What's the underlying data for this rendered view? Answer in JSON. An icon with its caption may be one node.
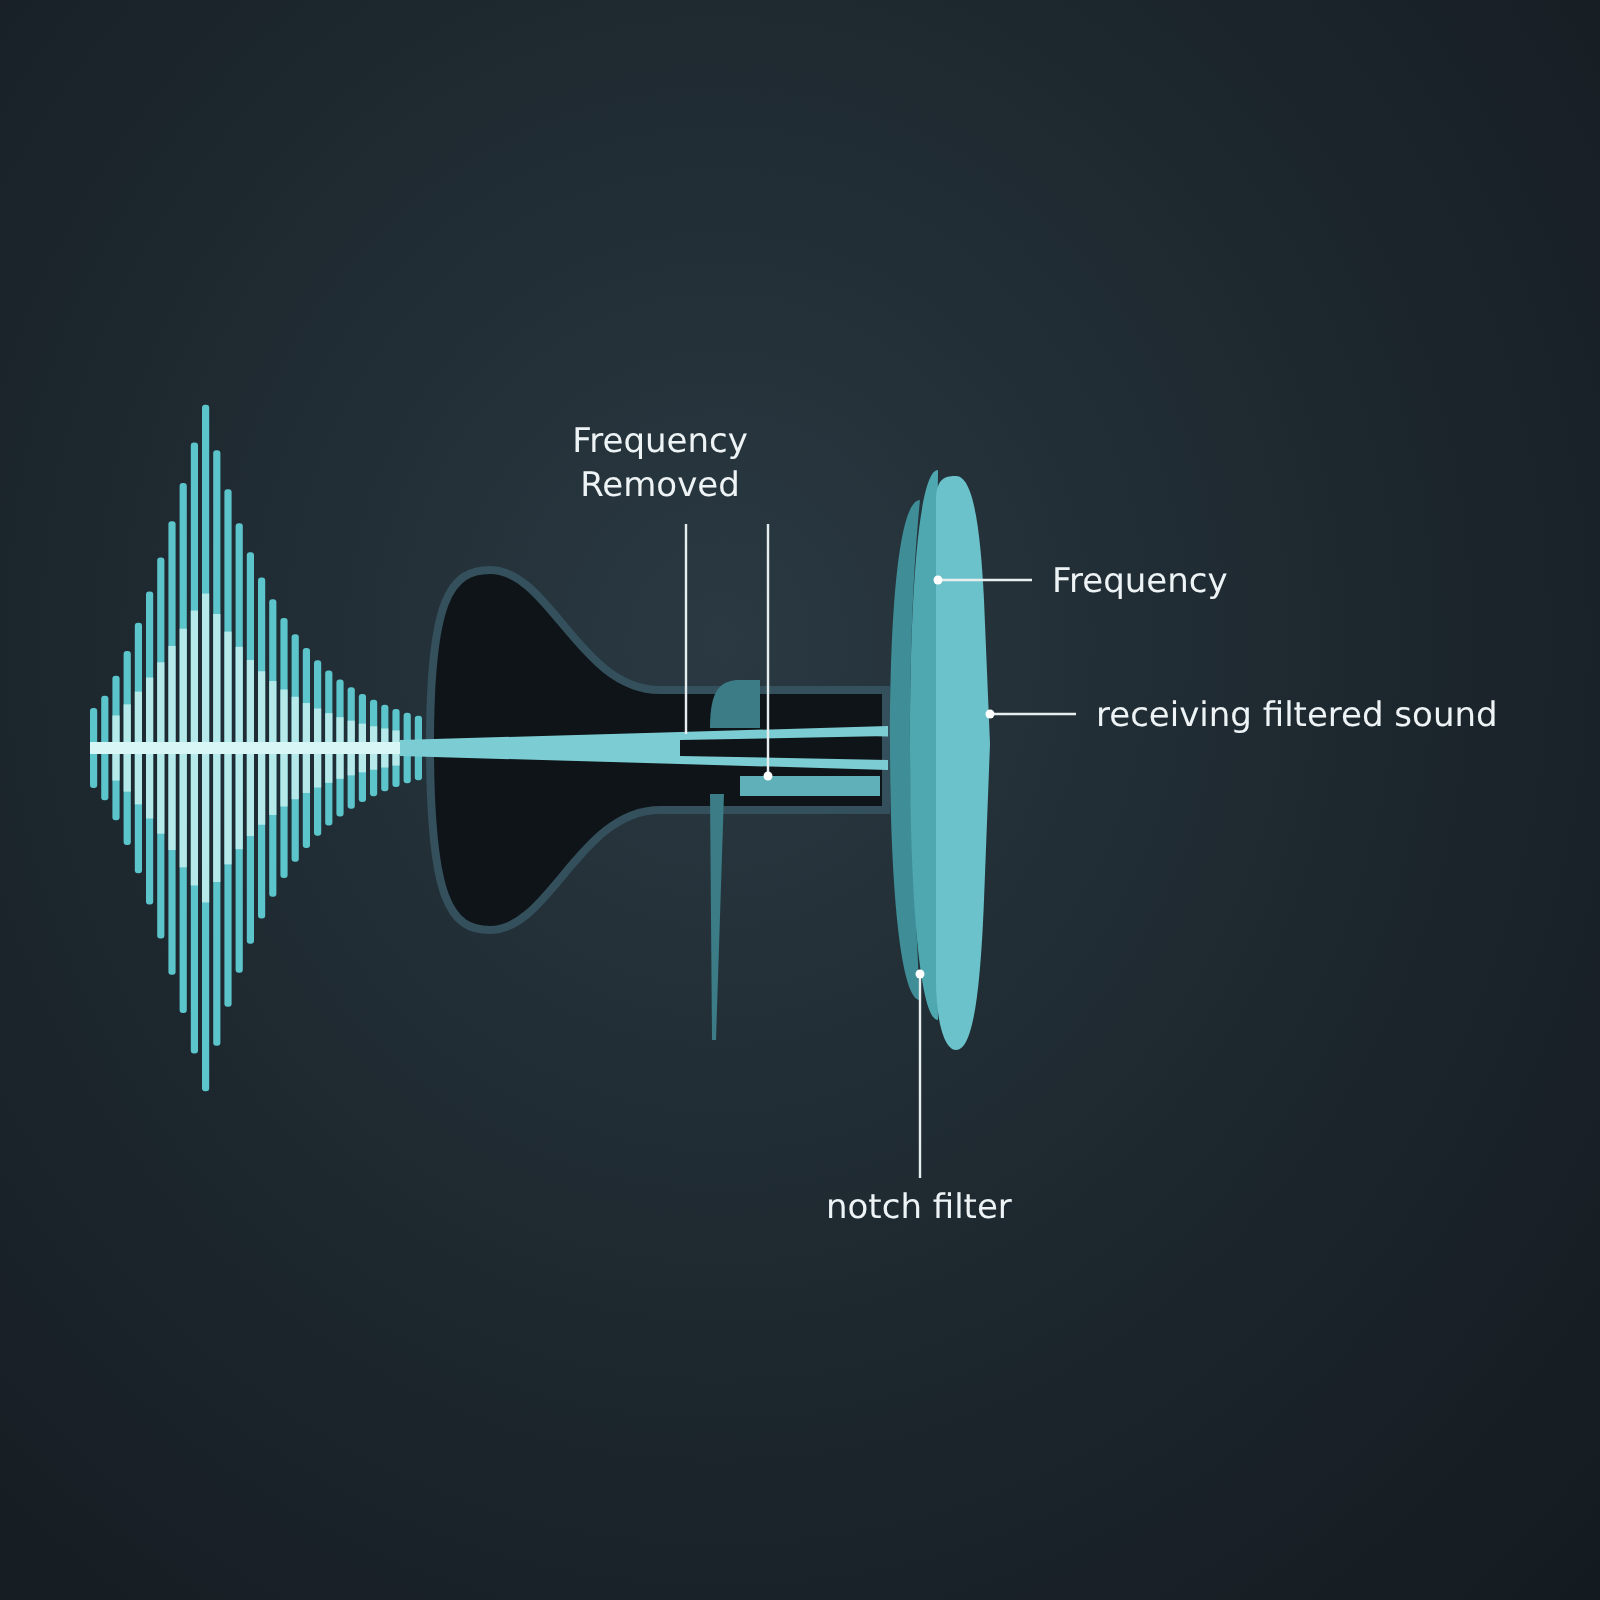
{
  "diagram": {
    "nodes": [
      {
        "text": [
          "Frequency Removed"
        ]
      },
      {
        "text": [
          "Frequency"
        ]
      },
      {
        "text": [
          "receiving filtered sound"
        ]
      },
      {
        "text": [
          "notch filter"
        ]
      },
      {
        "text": [],
        "shape": "picture"
      },
      {
        "text": [],
        "shape": "box"
      },
      {
        "text": [],
        "shape": "picture"
      },
      {
        "text": [],
        "shape": "picture"
      },
      {
        "text": [],
        "shape": "picture"
      }
    ],
    "edges": [
      {
        "from": 0,
        "to": 4,
        "arrow": "none"
      },
      {
        "from": 0,
        "to": 5,
        "arrow": "other"
      },
      {
        "from": 1,
        "to": 7,
        "arrow": "other"
      },
      {
        "from": 2,
        "to": 8,
        "arrow": "other"
      },
      {
        "from": 3,
        "to": 6,
        "arrow": "other"
      }
    ]
  }
}
